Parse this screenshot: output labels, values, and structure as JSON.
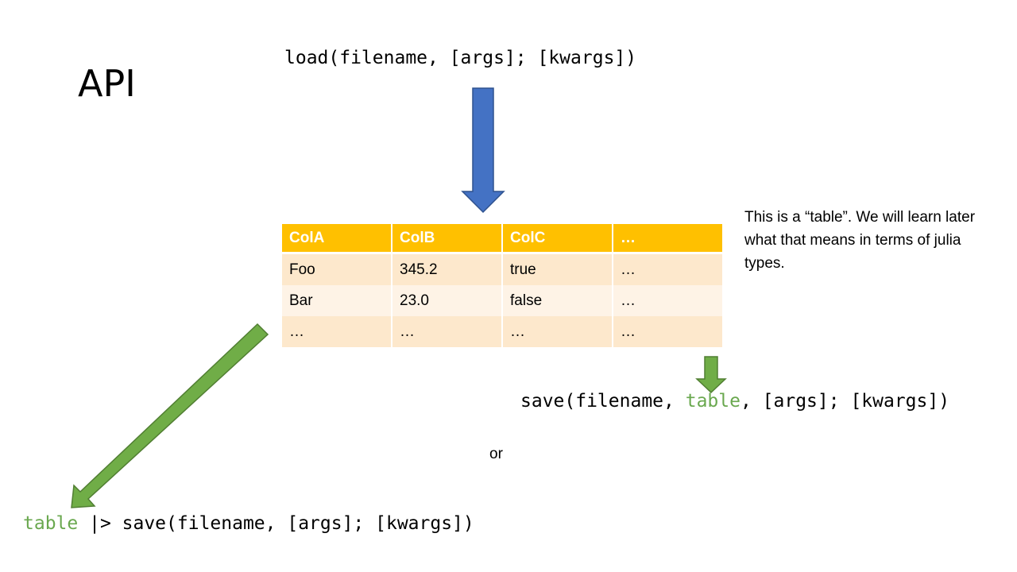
{
  "slide": {
    "title": "API",
    "load_code": "load(filename, [args]; [kwargs])",
    "save_code_prefix": "save(filename, ",
    "save_code_keyword": "table",
    "save_code_suffix": ", [args]; [kwargs])",
    "or_label": "or",
    "pipe_code_keyword": "table",
    "pipe_code_rest": " |> save(filename, [args]; [kwargs])",
    "note": "This is a “table”. We will learn later what that means in terms of julia types."
  },
  "table": {
    "headers": [
      "ColA",
      "ColB",
      "ColC",
      "…"
    ],
    "rows": [
      [
        "Foo",
        "345.2",
        "true",
        "…"
      ],
      [
        "Bar",
        "23.0",
        "false",
        "…"
      ],
      [
        "…",
        "…",
        "…",
        "…"
      ]
    ]
  },
  "colors": {
    "blue_arrow": "#4472c4",
    "green_arrow": "#70ad47",
    "header": "#ffc000",
    "keyword": "#6aa84f"
  }
}
